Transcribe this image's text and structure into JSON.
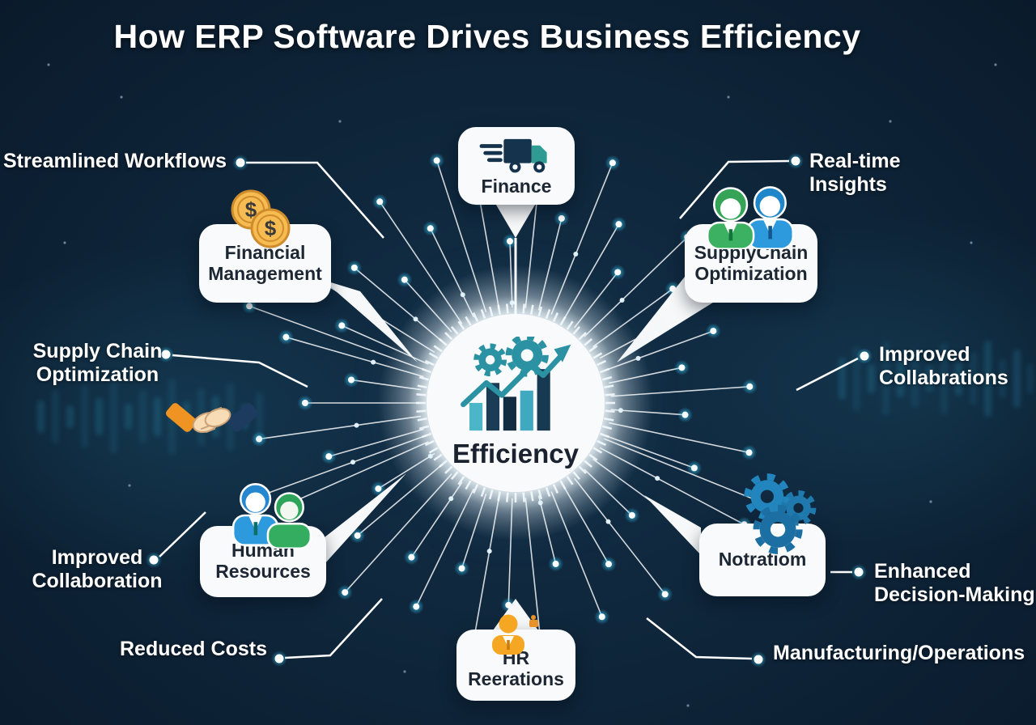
{
  "title": "How ERP Software Drives Business Efficiency",
  "center": {
    "label": "Efficiency"
  },
  "cards": {
    "finance": {
      "label": "Finance"
    },
    "financial_management": {
      "label": "Financial Management"
    },
    "supplychain_optimization": {
      "label": "SupplyChain Optimization"
    },
    "human_resources": {
      "label": "Human Resources"
    },
    "notratiom": {
      "label": "Notratiom"
    },
    "hr_reerations": {
      "label": "HR Reerations"
    }
  },
  "floating_labels": {
    "streamlined_workflows": "Streamlined Workflows",
    "supply_chain_optimization": "Supply Chain Optimization",
    "improved_collaboration": "Improved Collaboration",
    "reduced_costs": "Reduced Costs",
    "real_time_insights": "Real-time Insights",
    "improved_collabrations": "Improved Collabrations",
    "enhanced_decision_making": "Enhanced Decision-Making",
    "manufacturing_operations": "Manufacturing/Operations"
  },
  "icons": {
    "coin_symbol": "$"
  },
  "colors": {
    "background": "#0e2438",
    "card": "#f8fafb",
    "text_dark": "#1d2733",
    "text_light": "#ffffff",
    "teal": "#2b92a3",
    "navy_icon": "#16334d",
    "blue_icon": "#2e9ade",
    "green_icon": "#35a457",
    "orange_icon": "#f5a623",
    "gold_coin": "#f6bb51",
    "gear_blue": "#1f79ad",
    "glow_cyan": "#35c4f0"
  }
}
